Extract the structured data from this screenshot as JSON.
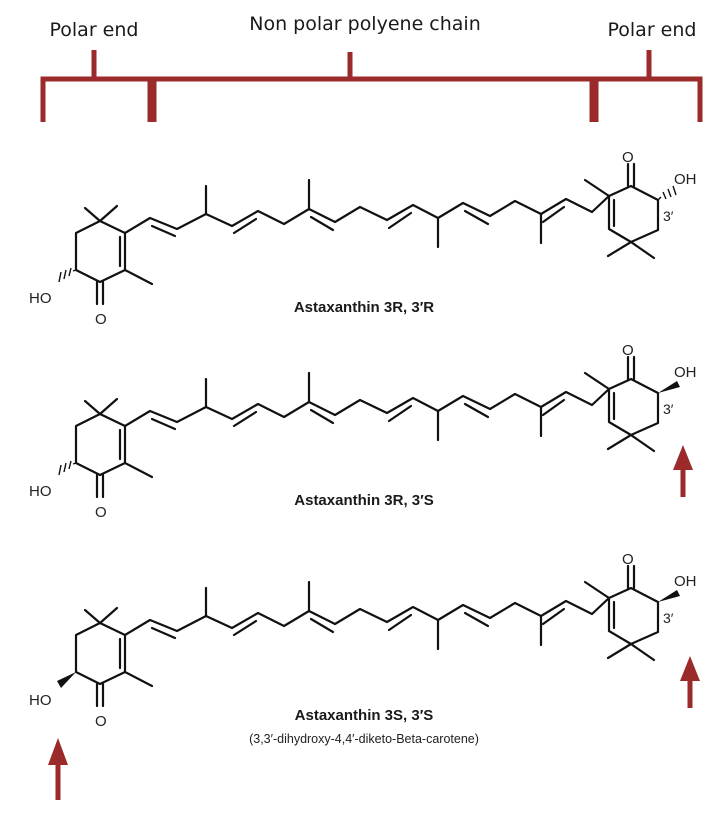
{
  "header": {
    "left_label": "Polar end",
    "middle_label": "Non polar polyene chain",
    "right_label": "Polar end"
  },
  "atoms": {
    "hydroxyl": "HO",
    "hydroxyl_right": "OH",
    "oxygen": "O",
    "locant": "3′"
  },
  "structures": [
    {
      "name": "Astaxanthin 3R, 3′R",
      "subtitle": ""
    },
    {
      "name": "Astaxanthin 3R, 3′S",
      "subtitle": ""
    },
    {
      "name": "Astaxanthin 3S, 3′S",
      "subtitle": "(3,3′-dihydroxy-4,4′-diketo-Beta-carotene)"
    }
  ],
  "colors": {
    "accent": "#9b2a2a",
    "ink": "#111111"
  },
  "icons": {
    "marker": "up-arrow-icon"
  }
}
